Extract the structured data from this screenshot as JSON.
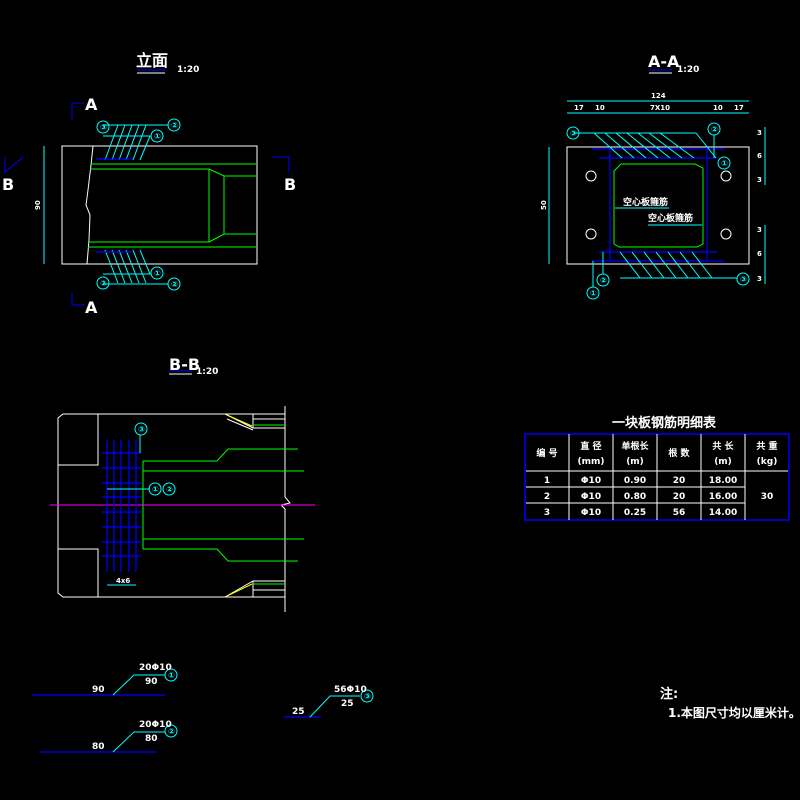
{
  "elevation": {
    "title": "立面",
    "scale": "1:20",
    "height_dim": "90",
    "section_a": "A",
    "section_b": "B",
    "callouts": [
      "①",
      "②",
      "③"
    ]
  },
  "section_aa": {
    "title": "A-A",
    "scale": "1:20",
    "total_width": "124",
    "widths": [
      "17",
      "10",
      "7X10",
      "10",
      "17"
    ],
    "height_dim": "50",
    "right_dims": [
      "3",
      "6",
      "3",
      "3",
      "6",
      "3"
    ],
    "label_stirrup": "空心板箍筋",
    "callouts": [
      "①",
      "②",
      "③"
    ]
  },
  "section_bb": {
    "title": "B-B",
    "scale": "1:20",
    "spacing": "4x6",
    "callouts": [
      "①",
      "②",
      "③"
    ]
  },
  "table": {
    "title": "一块板钢筋明细表",
    "headers": [
      "编 号",
      "直 径\n(mm)",
      "单根长\n(m)",
      "根 数",
      "共 长\n(m)",
      "共 重\n(kg)"
    ],
    "header_lines": [
      [
        "编 号"
      ],
      [
        "直 径",
        "(mm)"
      ],
      [
        "单根长",
        "(m)"
      ],
      [
        "根 数"
      ],
      [
        "共 长",
        "(m)"
      ],
      [
        "共 重",
        "(kg)"
      ]
    ],
    "rows": [
      [
        "1",
        "Φ10",
        "0.90",
        "20",
        "18.00"
      ],
      [
        "2",
        "Φ10",
        "0.80",
        "20",
        "16.00"
      ],
      [
        "3",
        "Φ10",
        "0.25",
        "56",
        "14.00"
      ]
    ],
    "total_weight": "30"
  },
  "bars": [
    {
      "id": "①",
      "spec": "20Φ10",
      "length": "90",
      "sub": "90"
    },
    {
      "id": "②",
      "spec": "20Φ10",
      "length": "80",
      "sub": "80"
    },
    {
      "id": "③",
      "spec": "56Φ10",
      "length": "25",
      "sub": "25"
    }
  ],
  "notes": {
    "title": "注:",
    "items": [
      "1.本图尺寸均以厘米计。"
    ]
  }
}
